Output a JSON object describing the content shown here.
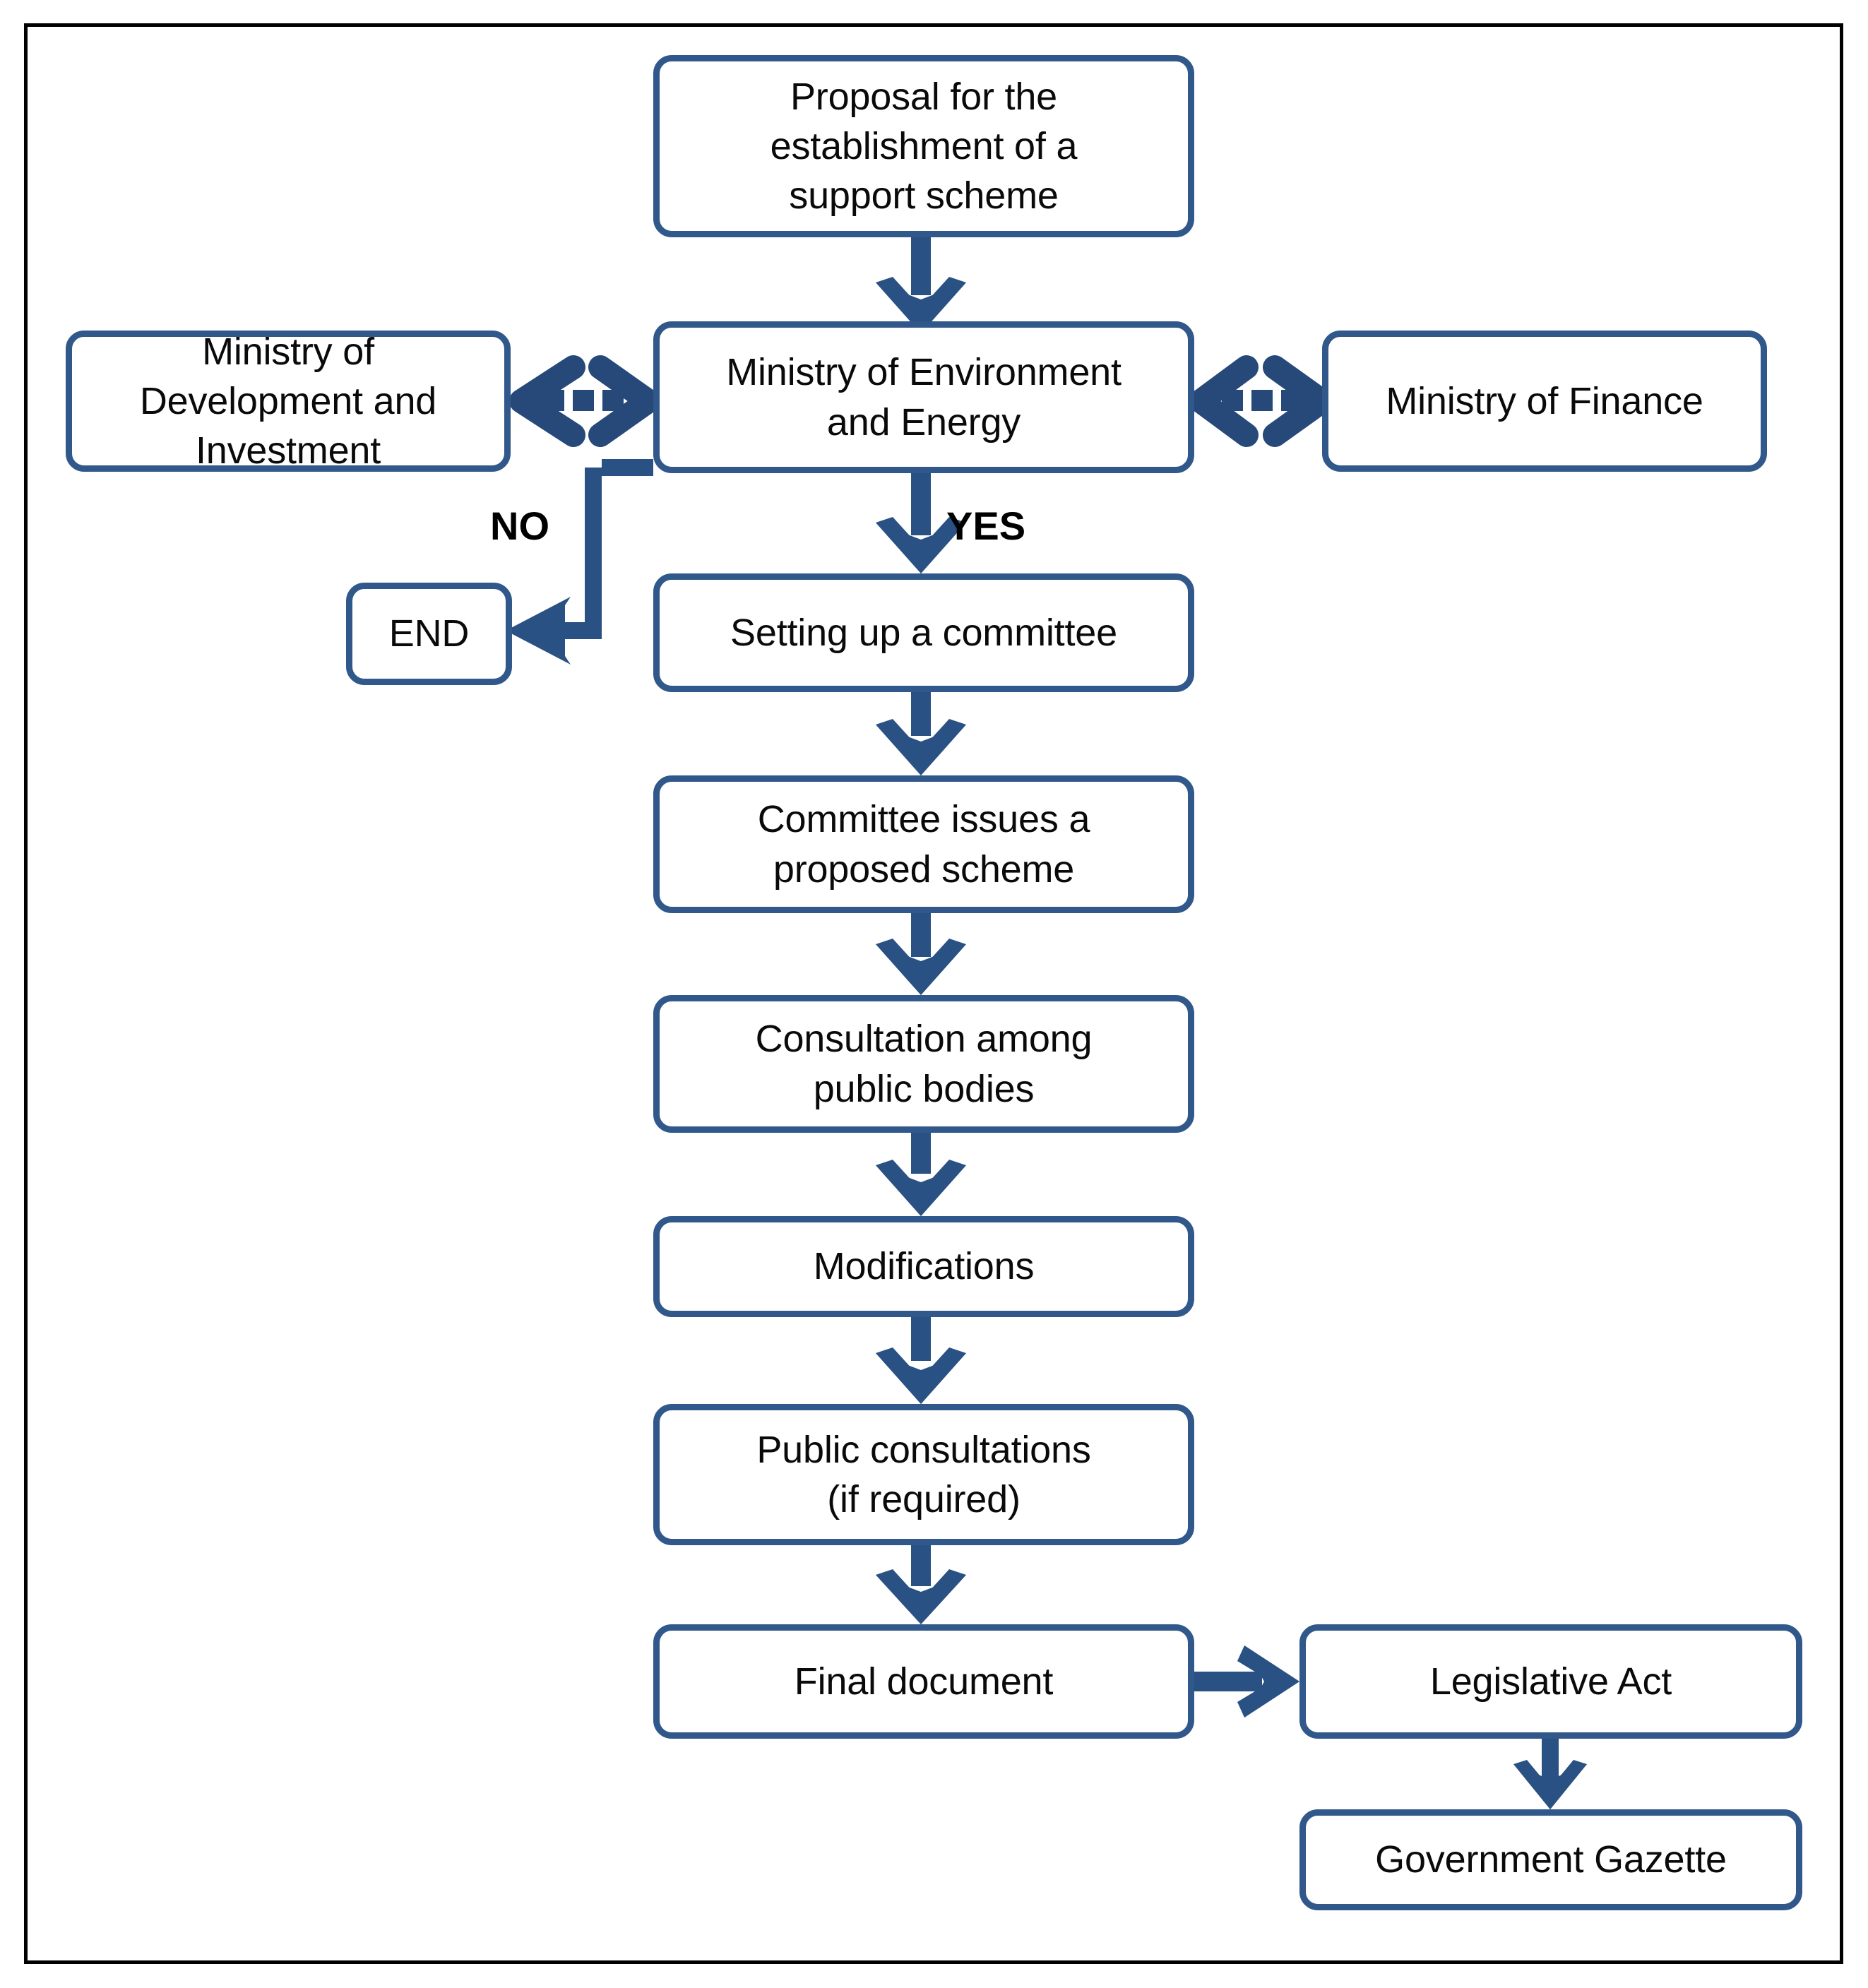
{
  "diagram": {
    "title": "Support scheme establishment procedure flowchart",
    "colors": {
      "box_border": "#31588A",
      "arrow_solid": "#2A5183",
      "arrow_dotted": "#27497A",
      "frame": "#000000",
      "text": "#0a0a0a",
      "background": "#ffffff"
    },
    "nodes": [
      {
        "id": "proposal",
        "label": "Proposal for the\nestablishment of a\nsupport scheme"
      },
      {
        "id": "ministry_dev",
        "label": "Ministry of\nDevelopment and\nInvestment"
      },
      {
        "id": "ministry_env",
        "label": "Ministry of Environment\nand Energy"
      },
      {
        "id": "ministry_fin",
        "label": "Ministry of Finance"
      },
      {
        "id": "end",
        "label": "END"
      },
      {
        "id": "committee_setup",
        "label": "Setting up a committee"
      },
      {
        "id": "committee_issue",
        "label": "Committee issues a\nproposed scheme"
      },
      {
        "id": "consultation",
        "label": "Consultation among\npublic bodies"
      },
      {
        "id": "modifications",
        "label": "Modifications"
      },
      {
        "id": "public_consult",
        "label": "Public consultations\n(if required)"
      },
      {
        "id": "final_doc",
        "label": "Final document"
      },
      {
        "id": "legislative_act",
        "label": "Legislative Act"
      },
      {
        "id": "gov_gazette",
        "label": "Government Gazette"
      }
    ],
    "branch_labels": {
      "no": "NO",
      "yes": "YES"
    },
    "edges": [
      {
        "from": "proposal",
        "to": "ministry_env",
        "style": "solid",
        "direction": "down",
        "label": ""
      },
      {
        "from": "ministry_dev",
        "to": "ministry_env",
        "style": "dotted",
        "direction": "both",
        "label": ""
      },
      {
        "from": "ministry_env",
        "to": "ministry_fin",
        "style": "dotted",
        "direction": "both",
        "label": ""
      },
      {
        "from": "ministry_env",
        "to": "end",
        "style": "solid",
        "direction": "elbow",
        "label": "NO"
      },
      {
        "from": "ministry_env",
        "to": "committee_setup",
        "style": "solid",
        "direction": "down",
        "label": "YES"
      },
      {
        "from": "committee_setup",
        "to": "committee_issue",
        "style": "solid",
        "direction": "down",
        "label": ""
      },
      {
        "from": "committee_issue",
        "to": "consultation",
        "style": "solid",
        "direction": "down",
        "label": ""
      },
      {
        "from": "consultation",
        "to": "modifications",
        "style": "solid",
        "direction": "down",
        "label": ""
      },
      {
        "from": "modifications",
        "to": "public_consult",
        "style": "solid",
        "direction": "down",
        "label": ""
      },
      {
        "from": "public_consult",
        "to": "final_doc",
        "style": "solid",
        "direction": "down",
        "label": ""
      },
      {
        "from": "final_doc",
        "to": "legislative_act",
        "style": "solid",
        "direction": "right",
        "label": ""
      },
      {
        "from": "legislative_act",
        "to": "gov_gazette",
        "style": "solid",
        "direction": "down",
        "label": ""
      }
    ]
  }
}
